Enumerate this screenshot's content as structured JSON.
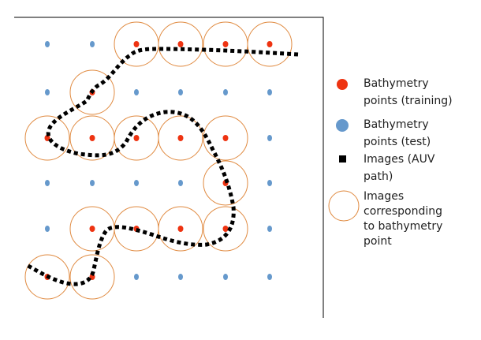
{
  "colors": {
    "training": "#ee3311",
    "test": "#6699cc",
    "path": "#000000",
    "ring": "#e08a40",
    "axis": "#000000"
  },
  "grid": {
    "columns": 6,
    "rows": 6,
    "training_cells": [
      [
        2,
        0
      ],
      [
        3,
        0
      ],
      [
        4,
        0
      ],
      [
        5,
        0
      ],
      [
        1,
        1
      ],
      [
        0,
        2
      ],
      [
        1,
        2
      ],
      [
        2,
        2
      ],
      [
        3,
        2
      ],
      [
        4,
        2
      ],
      [
        4,
        3
      ],
      [
        1,
        4
      ],
      [
        2,
        4
      ],
      [
        3,
        4
      ],
      [
        4,
        4
      ],
      [
        0,
        5
      ],
      [
        1,
        5
      ]
    ]
  },
  "legend": {
    "training": {
      "icon": "red-dot-icon",
      "lines": [
        "Bathymetry",
        "points (training)"
      ]
    },
    "test": {
      "icon": "blue-dot-icon",
      "lines": [
        "Bathymetry",
        "points (test)"
      ]
    },
    "images": {
      "icon": "black-square-icon",
      "lines": [
        "Images (AUV",
        "path)"
      ]
    },
    "corresponding": {
      "icon": "orange-circle-icon",
      "lines": [
        "Images",
        "corresponding",
        "to bathymetry",
        "point"
      ]
    }
  }
}
